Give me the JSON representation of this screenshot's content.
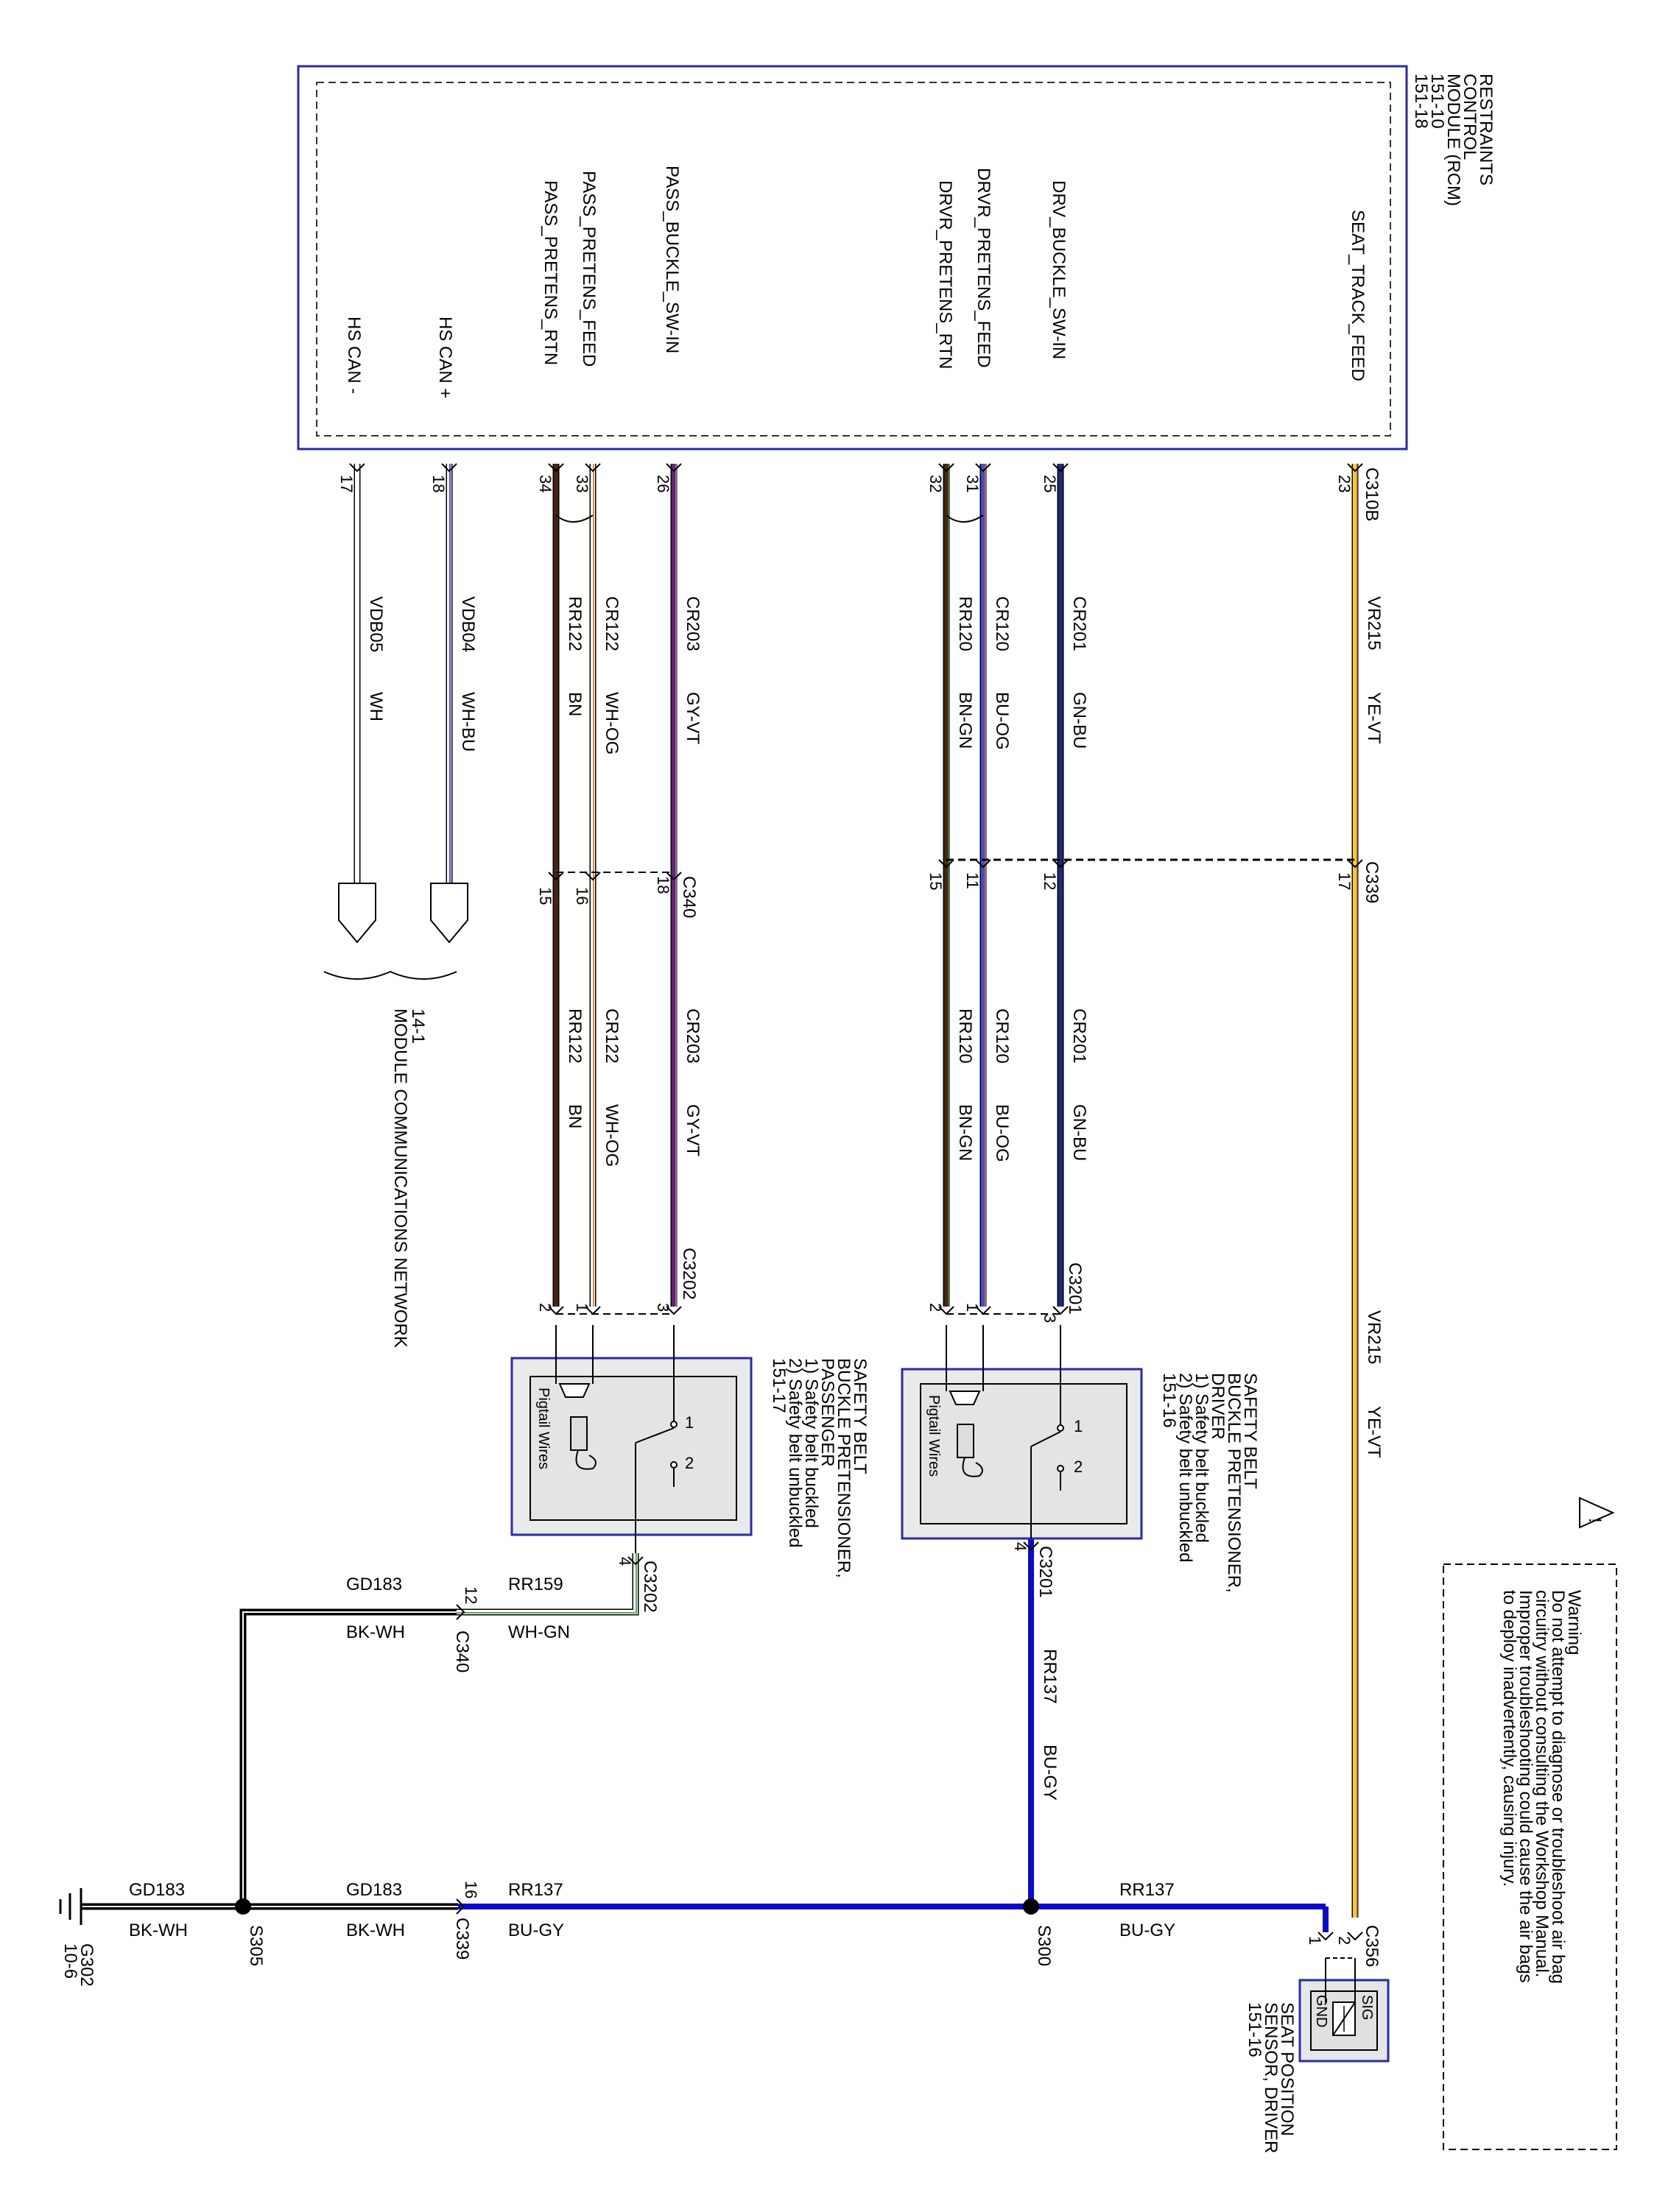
{
  "rcm": {
    "name": [
      "RESTRAINTS",
      "CONTROL",
      "MODULE (RCM)",
      "151-10",
      "151-18"
    ],
    "pins": {
      "seat_track_feed": "SEAT_TRACK_FEED",
      "drv_buckle_sw_in": "DRV_BUCKLE_SW-IN",
      "drvr_pretens_feed": "DRVR_PRETENS_FEED",
      "drvr_pretens_rtn": "DRVR_PRETENS_RTN",
      "pass_buckle_sw_in": "PASS_BUCKLE_SW-IN",
      "pass_pretens_feed": "PASS_PRETENS_FEED",
      "pass_pretens_rtn": "PASS_PRETENS_RTN",
      "hs_can_plus": "HS CAN +",
      "hs_can_minus": "HS CAN -"
    },
    "connector": "C310B"
  },
  "connectors": {
    "c339": "C339",
    "c340": "C340",
    "c3201": "C3201",
    "c3202": "C3202",
    "c356": "C356"
  },
  "pin_numbers": {
    "c310b": [
      "23",
      "25",
      "31",
      "32",
      "26",
      "33",
      "34",
      "18",
      "17"
    ],
    "c339": [
      "17",
      "12",
      "11",
      "15"
    ],
    "c340": [
      "18",
      "16",
      "15"
    ],
    "c3201": [
      "3",
      "1",
      "2",
      "4"
    ],
    "c3202": [
      "3",
      "1",
      "2",
      "4"
    ],
    "c340_gd": "12",
    "c339_gd": "16",
    "c356": [
      "2",
      "1"
    ]
  },
  "wires": {
    "vr215": {
      "circuit": "VR215",
      "color": "YE-VT"
    },
    "cr201": {
      "circuit": "CR201",
      "color": "GN-BU"
    },
    "cr120": {
      "circuit": "CR120",
      "color": "BU-OG"
    },
    "rr120": {
      "circuit": "RR120",
      "color": "BN-GN"
    },
    "cr203": {
      "circuit": "CR203",
      "color": "GY-VT"
    },
    "cr122": {
      "circuit": "CR122",
      "color": "WH-OG"
    },
    "rr122": {
      "circuit": "RR122",
      "color": "BN"
    },
    "vdb04": {
      "circuit": "VDB04",
      "color": "WH-BU"
    },
    "vdb05": {
      "circuit": "VDB05",
      "color": "WH"
    },
    "rr137": {
      "circuit": "RR137",
      "color": "BU-GY"
    },
    "rr159": {
      "circuit": "RR159",
      "color": "WH-GN"
    },
    "gd183": {
      "circuit": "GD183",
      "color": "BK-WH"
    }
  },
  "network_ref": [
    "14-1",
    "MODULE COMMUNICATIONS NETWORK"
  ],
  "driver_pretensioner": {
    "title": [
      "SAFETY BELT",
      "BUCKLE PRETENSIONER,",
      "DRIVER"
    ],
    "notes": [
      "1) Safety belt buckled",
      "2) Safety belt unbuckled"
    ],
    "ref": "151-16",
    "pigtail": "Pigtail Wires"
  },
  "passenger_pretensioner": {
    "title": [
      "SAFETY BELT",
      "BUCKLE PRETENSIONER,",
      "PASSENGER"
    ],
    "notes": [
      "1) Safety belt buckled",
      "2) Safety belt unbuckled"
    ],
    "ref": "151-17",
    "pigtail": "Pigtail Wires"
  },
  "switch_positions": [
    "1",
    "2"
  ],
  "seat_sensor": {
    "title": [
      "SEAT POSITION",
      "SENSOR, DRIVER"
    ],
    "ref": "151-16",
    "sig": "SIG",
    "gnd": "GND"
  },
  "splices": {
    "s300": "S300",
    "s305": "S305"
  },
  "ground": {
    "name": "G302",
    "ref": "10-6"
  },
  "warning": {
    "title": "Warning",
    "lines": [
      "Do not attempt to diagnose or troubleshoot air bag",
      "circuitry without consulting the Workshop Manual.",
      "Improper troubleshooting could cause the air bags",
      "to deploy inadvertently, causing injury."
    ],
    "symbol": "!"
  },
  "colors": {
    "ye_vt_main": "#f5d300",
    "ye_vt_stripe": "#9b2fb0",
    "gn_bu_main": "#1f2a7a",
    "bu_og_main": "#4848e0",
    "bu_og_stripe": "#e07a20",
    "bn_gn_main": "#4a2410",
    "bn_gn_stripe": "#2f8a2f",
    "gy_vt_main": "#6a1f7a",
    "gy_vt_stripe": "#9a9a9a",
    "wh_og_stripe": "#f08a3c",
    "bn_main": "#4a2410",
    "wh_bu_stripe": "#4848e0",
    "bu_gy_main": "#0a0acc",
    "module_border": "#2a2aa8"
  }
}
